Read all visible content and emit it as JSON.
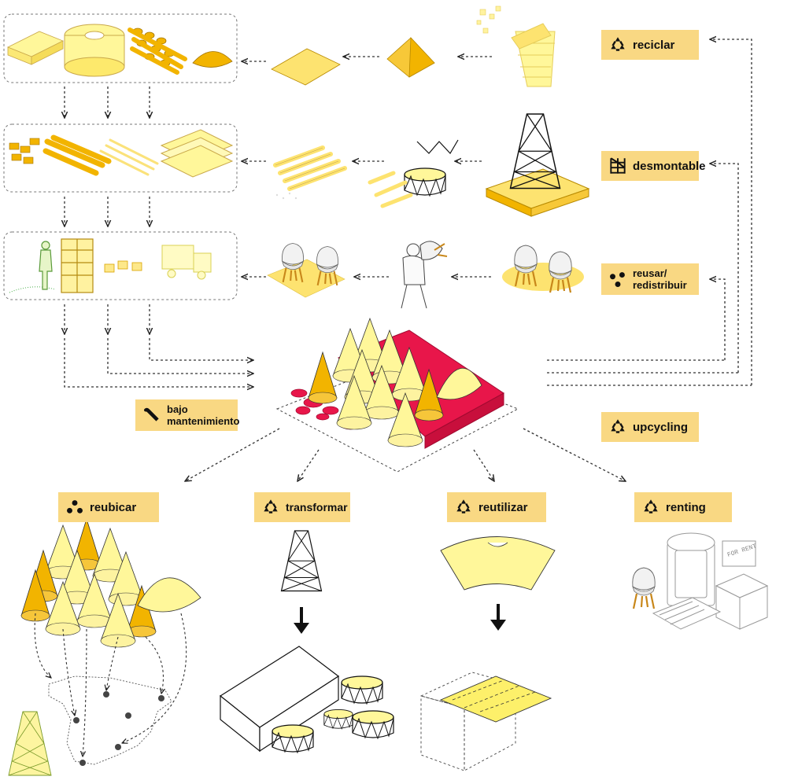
{
  "labels": {
    "reciclar": "reciclar",
    "desmontable": "desmontable",
    "reusar": "reusar/\nredistribuir",
    "upcycling": "upcycling",
    "bajo_mantenimiento": "bajo\nmantenimiento",
    "reubicar": "reubicar",
    "transformar": "transformar",
    "reutilizar": "reutilizar",
    "renting": "renting"
  },
  "sign_text": "FOR RENT",
  "icons": {
    "reciclar": "recycle-icon",
    "desmontable": "scaffold-icon",
    "reusar": "circular-arrows-icon",
    "upcycling": "upcycle-arrows-icon",
    "bajo_mantenimiento": "wrench-icon",
    "reubicar": "dots-network-icon",
    "transformar": "recycle-icon",
    "reutilizar": "recycle-icon",
    "renting": "recycle-icon"
  },
  "colors": {
    "label_bg": "#f9d883",
    "yellow_light": "#fff79a",
    "yellow": "#f9d64a",
    "orange": "#f2b400",
    "red": "#e8164a",
    "line": "#222222"
  }
}
